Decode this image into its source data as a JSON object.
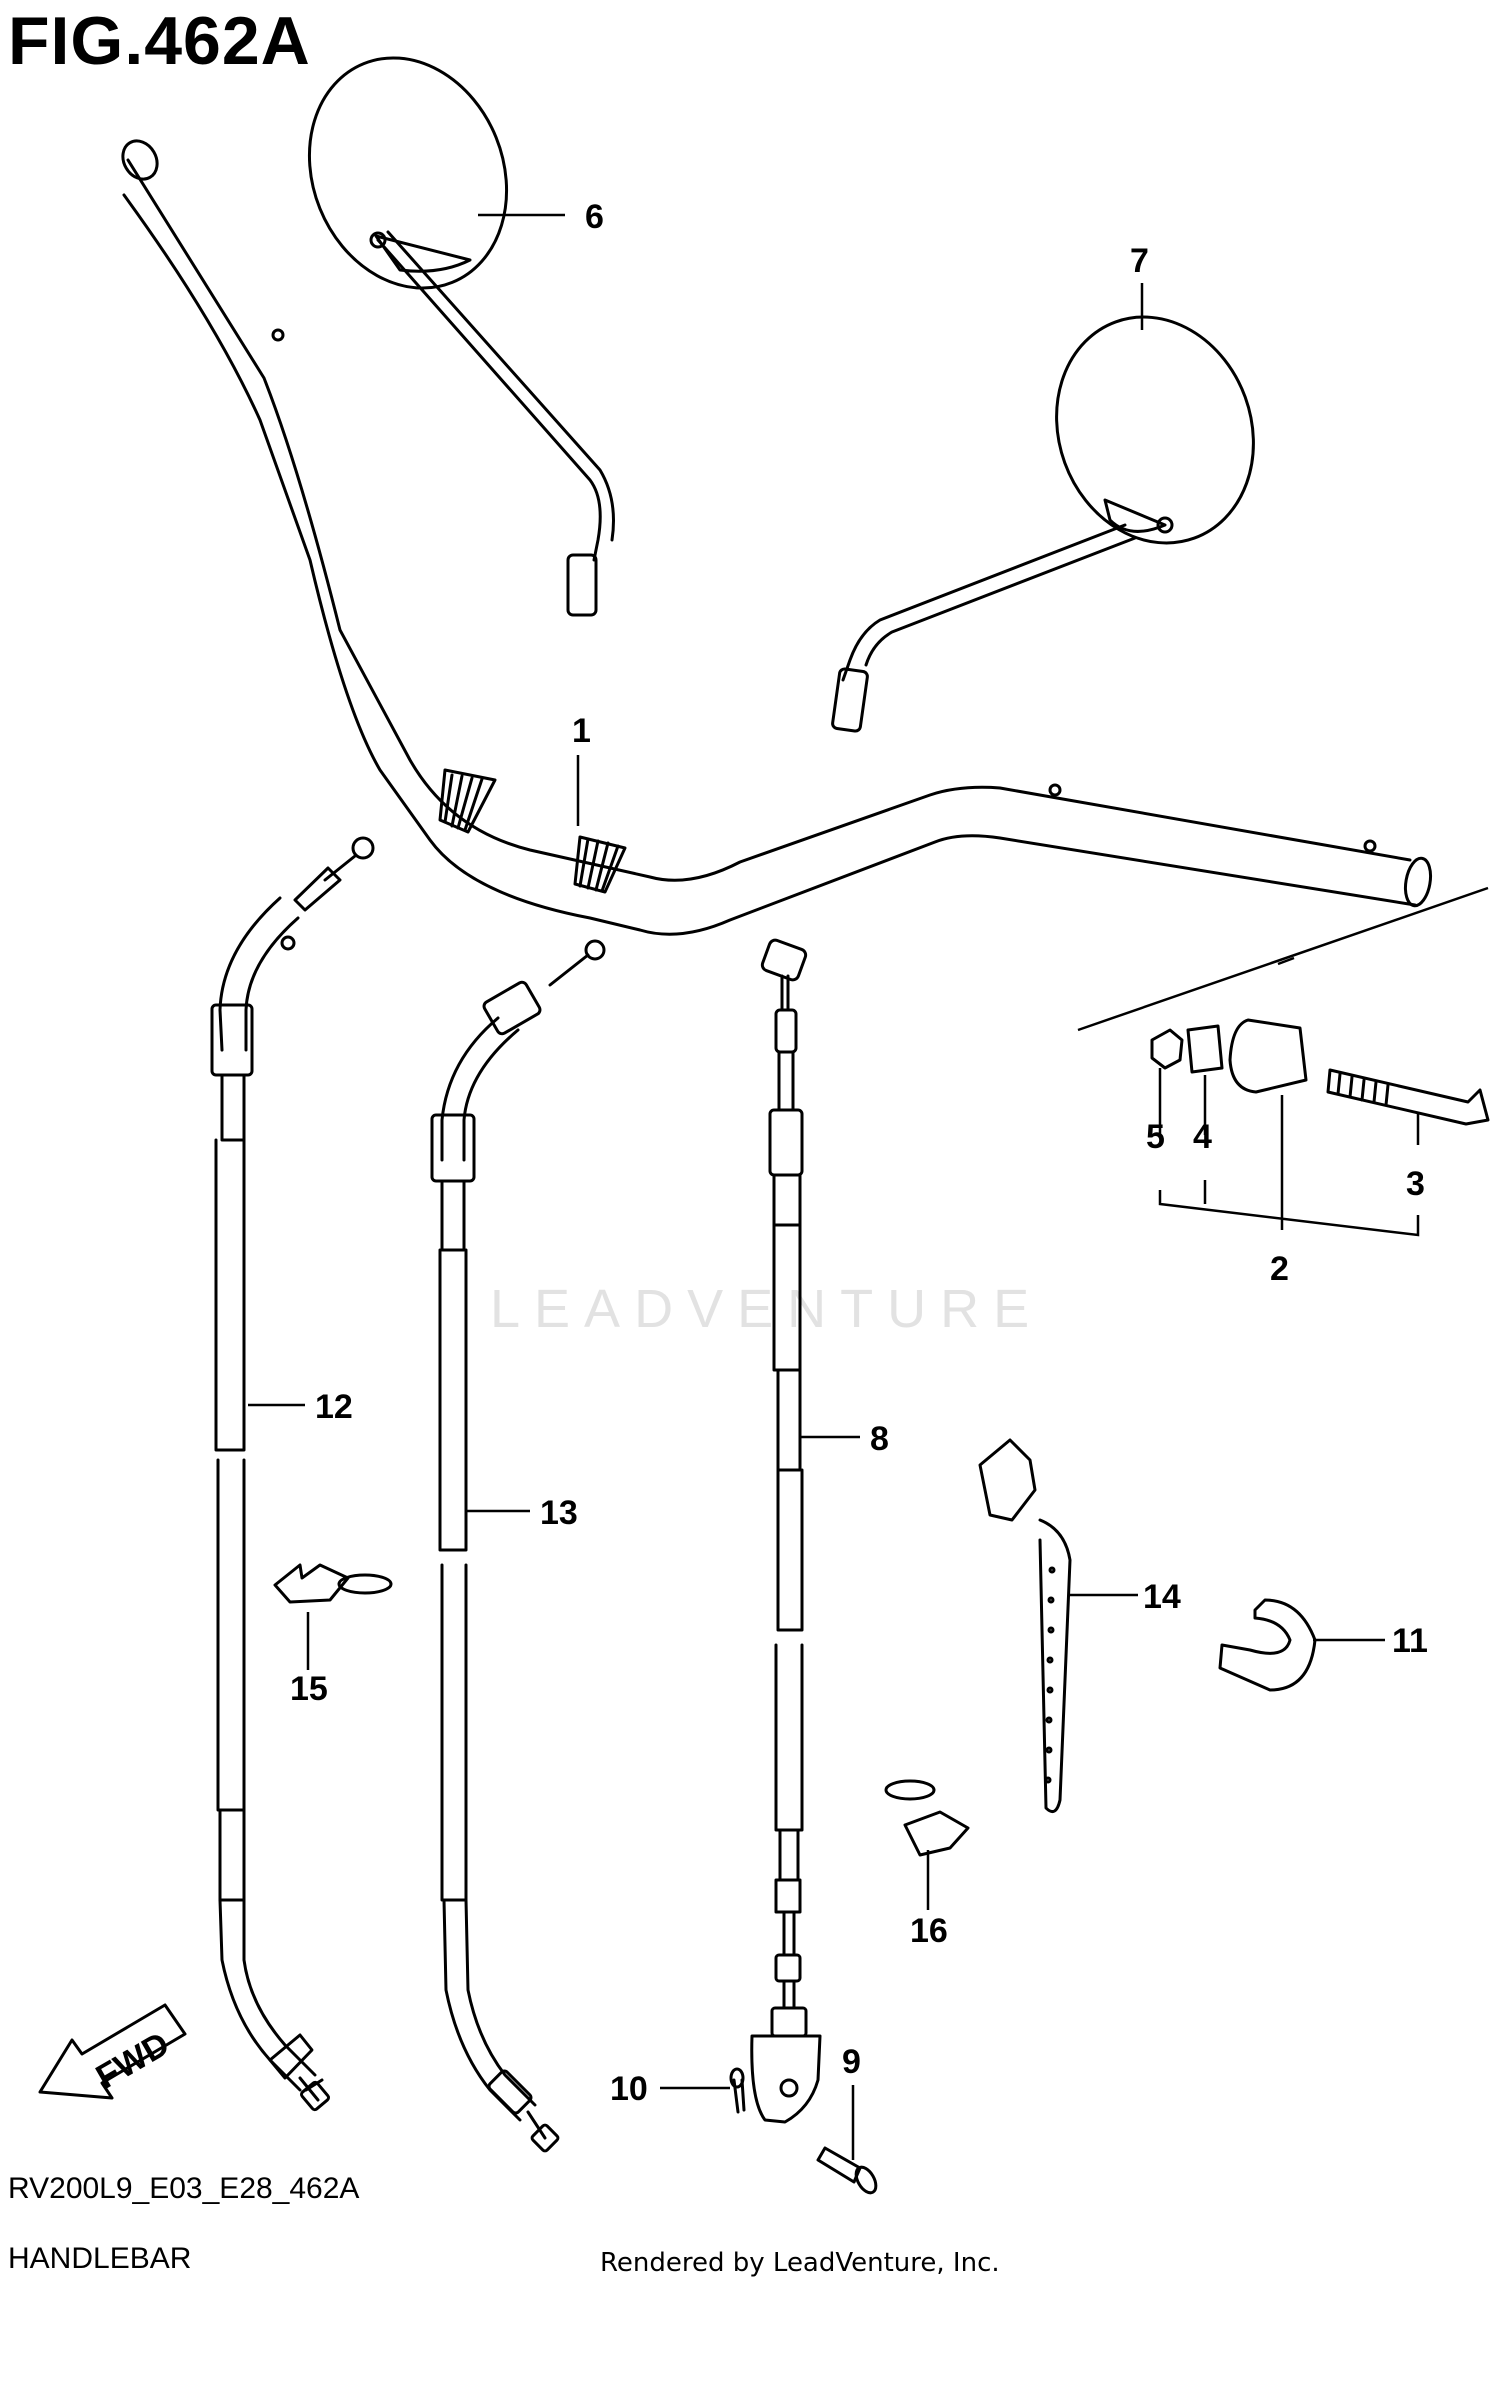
{
  "figure": {
    "title": "FIG.462A",
    "code": "RV200L9_E03_E28_462A",
    "name": "HANDLEBAR",
    "render_credit": "Rendered by LeadVenture, Inc.",
    "watermark": "LEADVENTURE"
  },
  "direction_arrow": {
    "label": "FWD"
  },
  "callouts": [
    {
      "id": "1",
      "part": "handlebar"
    },
    {
      "id": "2",
      "part": "balancer-weight"
    },
    {
      "id": "3",
      "part": "balancer-screw"
    },
    {
      "id": "4",
      "part": "balancer-collar"
    },
    {
      "id": "5",
      "part": "balancer-nut"
    },
    {
      "id": "6",
      "part": "mirror-left"
    },
    {
      "id": "7",
      "part": "mirror-right"
    },
    {
      "id": "8",
      "part": "clutch-cable"
    },
    {
      "id": "9",
      "part": "clevis-pin"
    },
    {
      "id": "10",
      "part": "cotter-pin"
    },
    {
      "id": "11",
      "part": "cable-clamp"
    },
    {
      "id": "12",
      "part": "throttle-cable-1"
    },
    {
      "id": "13",
      "part": "throttle-cable-2"
    },
    {
      "id": "14",
      "part": "cable-band"
    },
    {
      "id": "15",
      "part": "clamp-15"
    },
    {
      "id": "16",
      "part": "clamp-16"
    }
  ],
  "colors": {
    "ink": "#000000",
    "paper": "#ffffff",
    "watermark": "#e2e2e2"
  }
}
